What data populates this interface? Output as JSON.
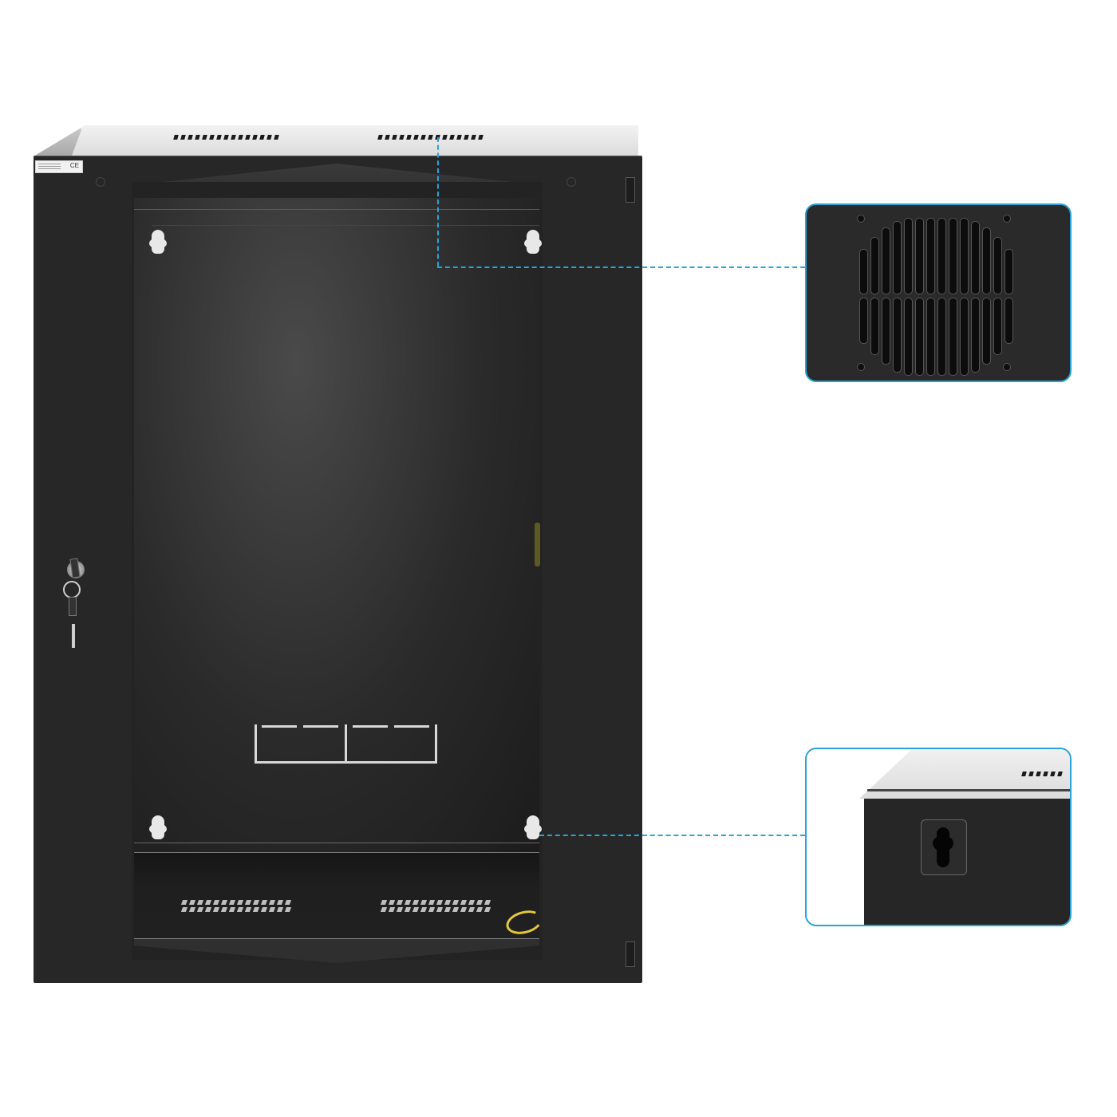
{
  "scene": {
    "subject": "wall-mount network server rack cabinet, black, glass front door",
    "background": "#ffffff",
    "accent_color": "#29a3d8"
  },
  "cabinet": {
    "color": "#272727",
    "top_color": "#e6e6e6",
    "label_sticker": {
      "mark": "CE"
    },
    "door": {
      "type": "tempered glass",
      "lock": "key lock with keys inserted",
      "cable_cutout": "rectangular knock-out panel, 2 sections"
    },
    "top_vents": 2,
    "bottom_vents": 2,
    "wall_mount_keyholes": 4
  },
  "callouts": [
    {
      "name": "fan-vent-detail",
      "description": "top-mounted fan grille with vertical slots and 4 screw holes",
      "bg": "#2a2a2a"
    },
    {
      "name": "wall-mount-keyhole-detail",
      "description": "rear keyhole wall-mount bracket",
      "bg": "#ffffff"
    }
  ]
}
